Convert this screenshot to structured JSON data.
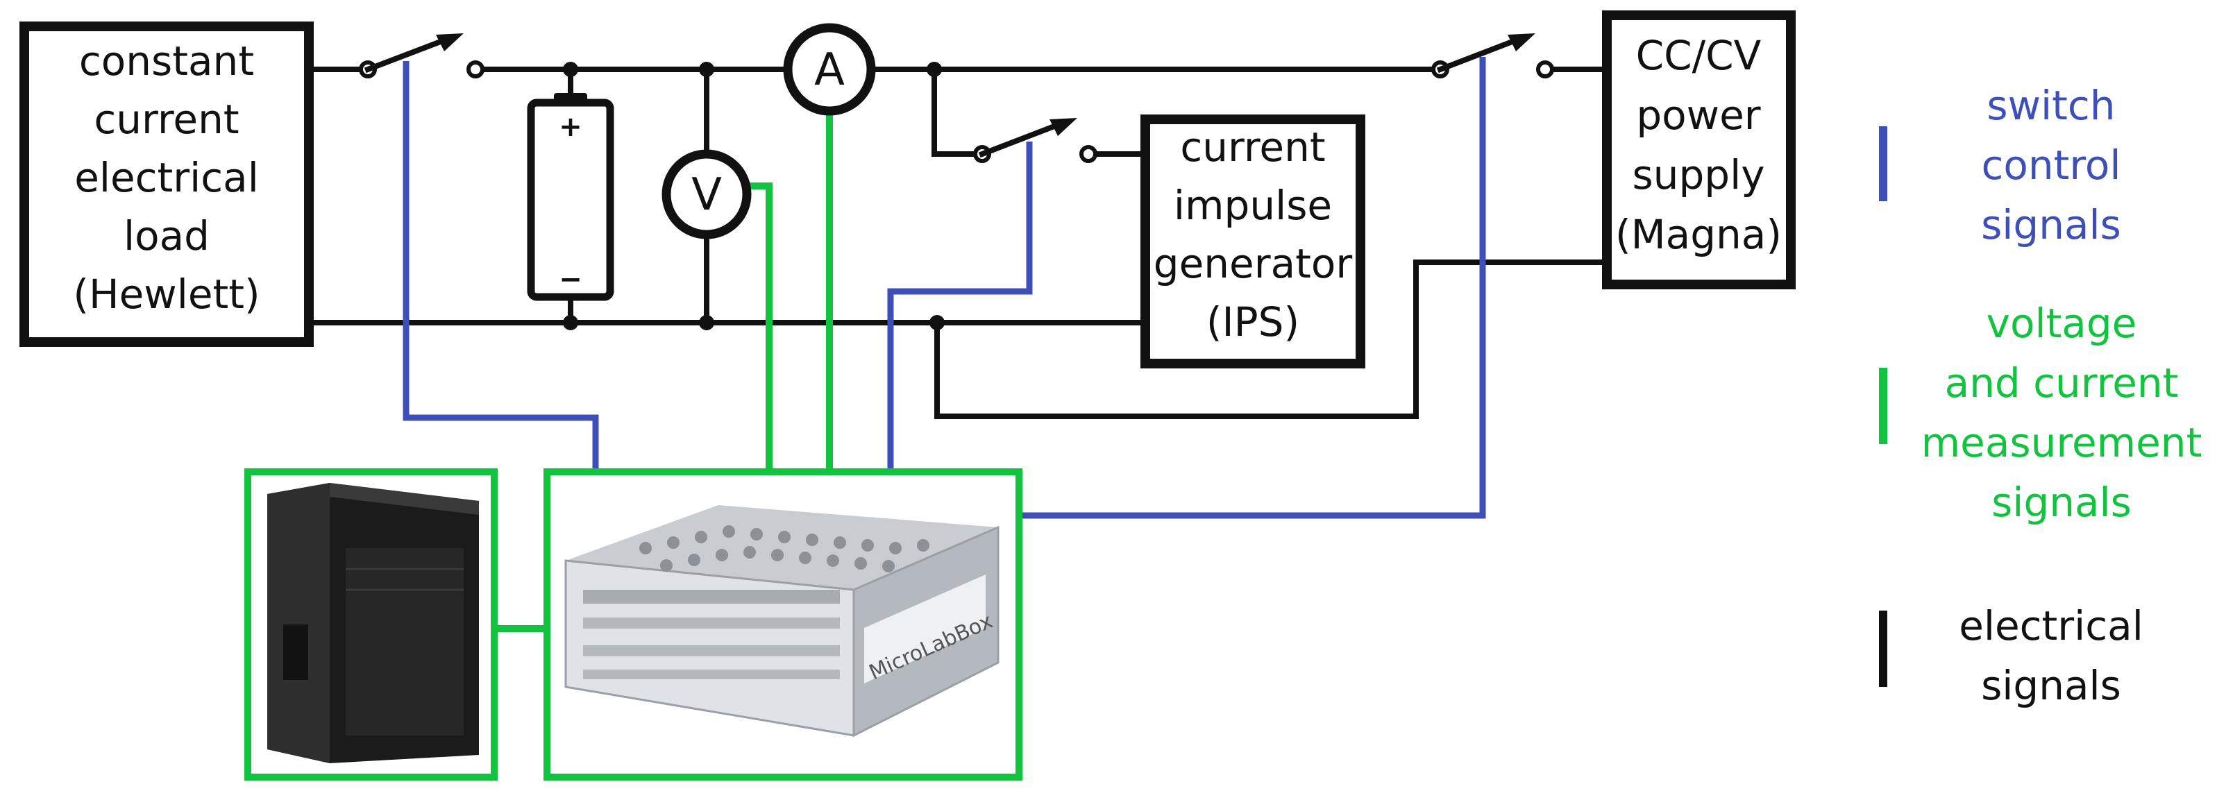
{
  "blocks": {
    "load": {
      "lines": [
        "constant",
        "current",
        "electrical",
        "load",
        "(Hewlett)"
      ]
    },
    "ips": {
      "lines": [
        "current",
        "impulse",
        "generator",
        "(IPS)"
      ]
    },
    "psu": {
      "lines": [
        "CC/CV",
        "power",
        "supply",
        "(Magna)"
      ]
    }
  },
  "meters": {
    "ammeter": "A",
    "voltmeter": "V"
  },
  "battery": {
    "plus": "+",
    "minus": "−"
  },
  "devices": {
    "microlabbox_label": "MicroLabBox"
  },
  "legend": [
    {
      "lines": [
        "switch",
        "control",
        "signals"
      ],
      "color": "#3f4fb8"
    },
    {
      "lines": [
        "voltage",
        "and current",
        "measurement",
        "signals"
      ],
      "color": "#12c340"
    },
    {
      "lines": [
        "electrical",
        "signals"
      ],
      "color": "#111111"
    }
  ],
  "colors": {
    "control": "#3f4fb8",
    "measurement": "#12c340",
    "electrical": "#111111"
  }
}
